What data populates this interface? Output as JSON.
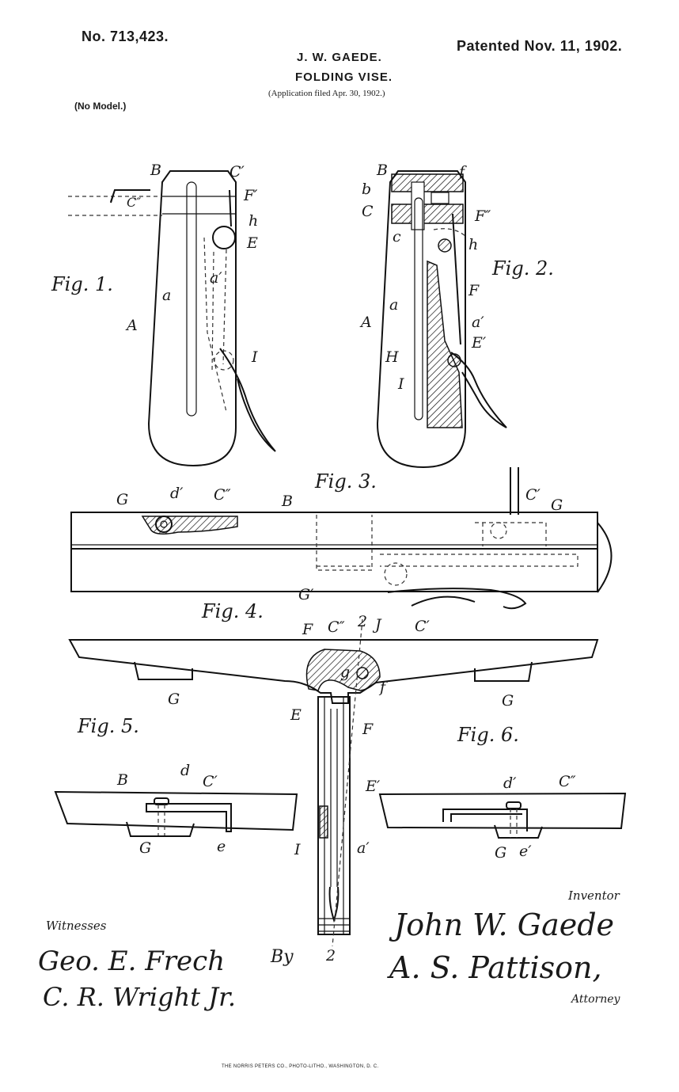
{
  "header": {
    "patent_number": "No. 713,423.",
    "patent_date": "Patented Nov. 11, 1902.",
    "inventor_name": "J. W. GAEDE.",
    "title": "FOLDING VISE.",
    "application": "(Application filed Apr. 30, 1902.)",
    "model_note": "(No Model.)"
  },
  "figures": {
    "fig1": "Fig. 1.",
    "fig2": "Fig. 2.",
    "fig3": "Fig. 3.",
    "fig4": "Fig. 4.",
    "fig5": "Fig. 5.",
    "fig6": "Fig. 6."
  },
  "labels": {
    "f1": [
      "B",
      "C′",
      "C″",
      "F′",
      "h",
      "E",
      "a′",
      "a",
      "A",
      "I"
    ],
    "f2": [
      "B",
      "f",
      "b",
      "C",
      "F″",
      "c",
      "h",
      "a",
      "A",
      "F",
      "a′",
      "E′",
      "H",
      "I"
    ],
    "f3": [
      "G",
      "d′",
      "C″",
      "B",
      "C′",
      "G",
      "G′"
    ],
    "f4": [
      "F",
      "C″",
      "2",
      "J",
      "C′",
      "g",
      "f",
      "G",
      "G",
      "E",
      "F",
      "E′",
      "I",
      "a′",
      "2"
    ],
    "f5": [
      "B",
      "d",
      "C′",
      "G",
      "e"
    ],
    "f6": [
      "d′",
      "C″",
      "G",
      "e′"
    ]
  },
  "footer": {
    "witnesses_label": "Witnesses",
    "witness_1": "Geo. E. Frech",
    "witness_2": "C. R. Wright Jr.",
    "by_label": "By",
    "inventor_label": "Inventor",
    "inventor_signature": "John W. Gaede",
    "attorney_signature": "A. S. Pattison,",
    "attorney_label": "Attorney",
    "printer_credit": "THE NORRIS PETERS CO., PHOTO-LITHO., WASHINGTON, D. C."
  }
}
